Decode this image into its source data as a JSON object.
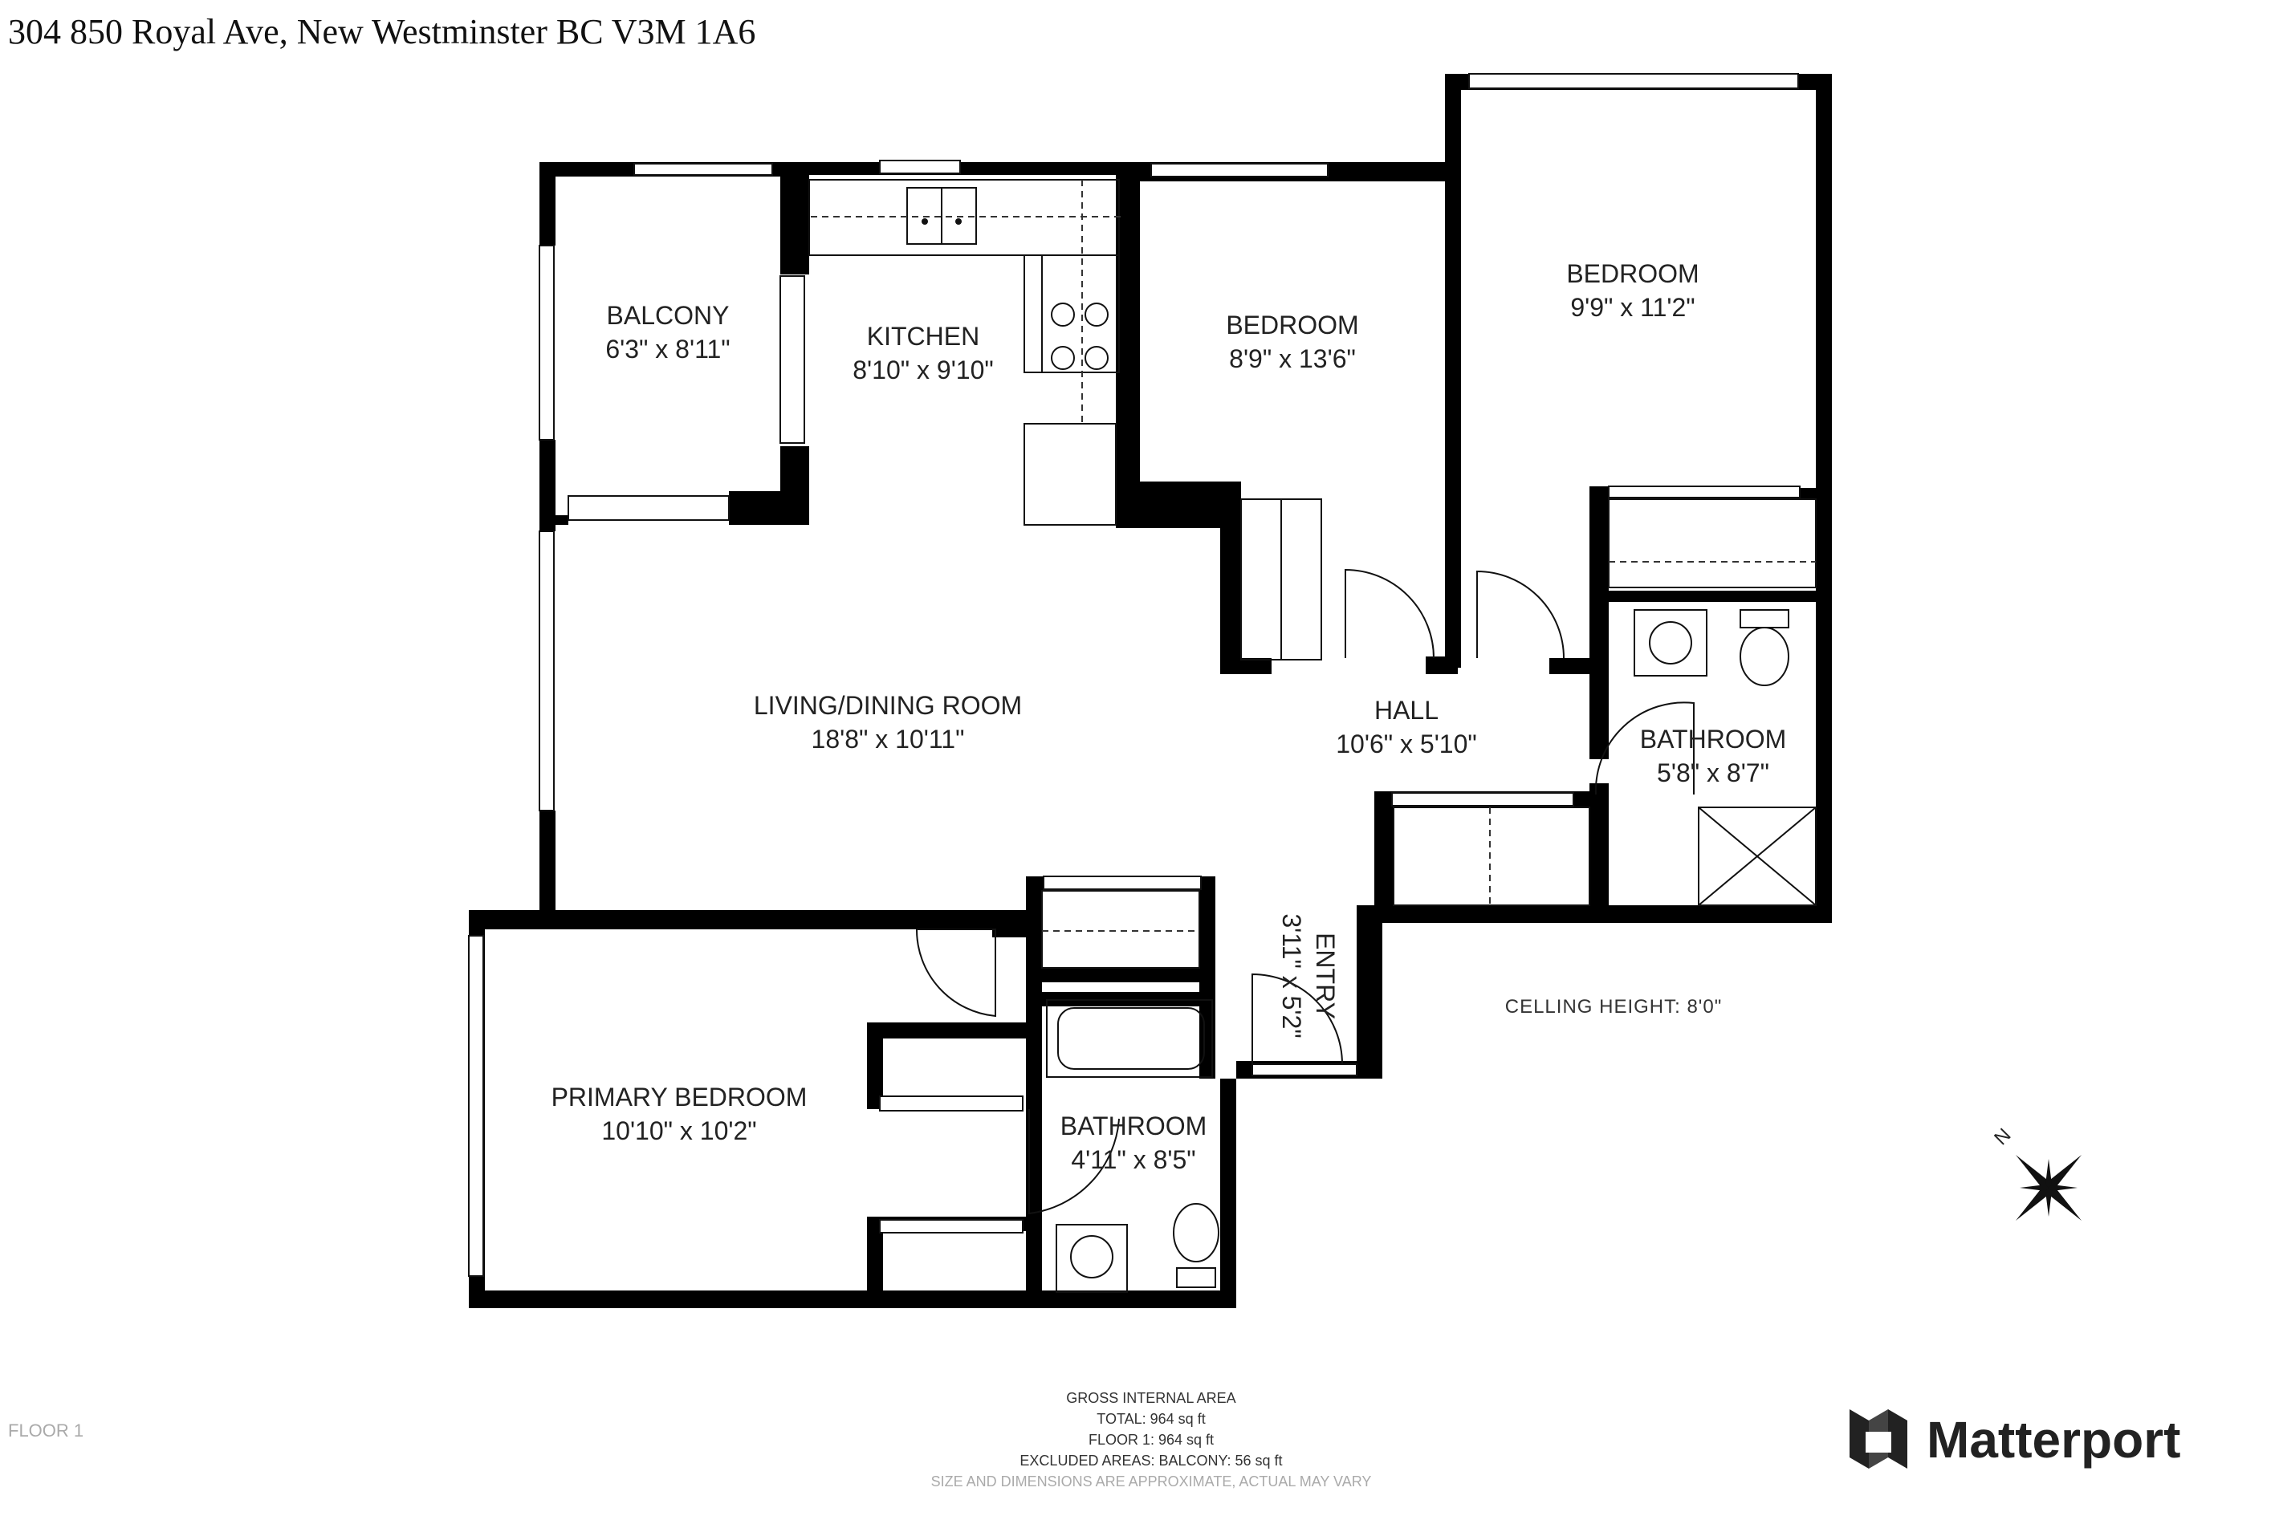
{
  "address": "304 850 Royal Ave, New Westminster BC V3M 1A6",
  "rooms": {
    "balcony": {
      "name": "BALCONY",
      "dims": "6'3\" x 8'11\""
    },
    "kitchen": {
      "name": "KITCHEN",
      "dims": "8'10\" x 9'10\""
    },
    "bedroom_middle": {
      "name": "BEDROOM",
      "dims": "8'9\" x 13'6\""
    },
    "bedroom_right": {
      "name": "BEDROOM",
      "dims": "9'9\" x 11'2\""
    },
    "living": {
      "name": "LIVING/DINING ROOM",
      "dims": "18'8\" x 10'11\""
    },
    "hall": {
      "name": "HALL",
      "dims": "10'6\" x 5'10\""
    },
    "bathroom_right": {
      "name": "BATHROOM",
      "dims": "5'8\" x 8'7\""
    },
    "entry": {
      "name": "ENTRY",
      "dims": "3'11\" x 5'2\""
    },
    "primary": {
      "name": "PRIMARY BEDROOM",
      "dims": "10'10\" x 10'2\""
    },
    "bathroom_main": {
      "name": "BATHROOM",
      "dims": "4'11\" x 8'5\""
    }
  },
  "ceiling_height": "CELLING HEIGHT: 8'0\"",
  "area": {
    "title": "GROSS INTERNAL AREA",
    "total": "TOTAL: 964 sq ft",
    "floor1": "FLOOR 1: 964 sq ft",
    "excluded": "EXCLUDED AREAS: BALCONY: 56 sq ft",
    "note": "SIZE AND DIMENSIONS ARE APPROXIMATE, ACTUAL MAY VARY"
  },
  "floor_label": "FLOOR 1",
  "brand": "Matterport",
  "compass_label": "N"
}
